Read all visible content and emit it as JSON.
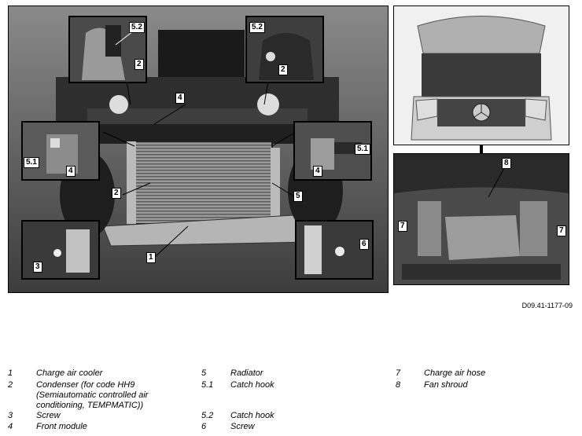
{
  "callouts": {
    "c1": "1",
    "c2_main": "2",
    "c2_topleft": "2",
    "c2_topright": "2",
    "c3": "3",
    "c4_main": "4",
    "c4_left": "4",
    "c4_right": "4",
    "c5": "5",
    "c51_left": "5.1",
    "c51_right": "5.1",
    "c52_left": "5.2",
    "c52_right": "5.2",
    "c6": "6",
    "c7_left": "7",
    "c7_right": "7",
    "c8": "8"
  },
  "reference": "D09.41-1177-09",
  "legend": [
    {
      "num": "1",
      "text": "Charge air cooler"
    },
    {
      "num": "2",
      "text": "Condenser (for code HH9"
    },
    {
      "num": "",
      "text": "(Semiautomatic controlled air"
    },
    {
      "num": "",
      "text": "conditioning, TEMPMATIC))"
    },
    {
      "num": "3",
      "text": "Screw"
    },
    {
      "num": "4",
      "text": "Front module"
    },
    {
      "num": "5",
      "text": "Radiator"
    },
    {
      "num": "5.1",
      "text": "Catch hook"
    },
    {
      "num": "5.2",
      "text": "Catch hook"
    },
    {
      "num": "6",
      "text": "Screw"
    },
    {
      "num": "7",
      "text": "Charge air hose"
    },
    {
      "num": "8",
      "text": "Fan shroud"
    }
  ]
}
